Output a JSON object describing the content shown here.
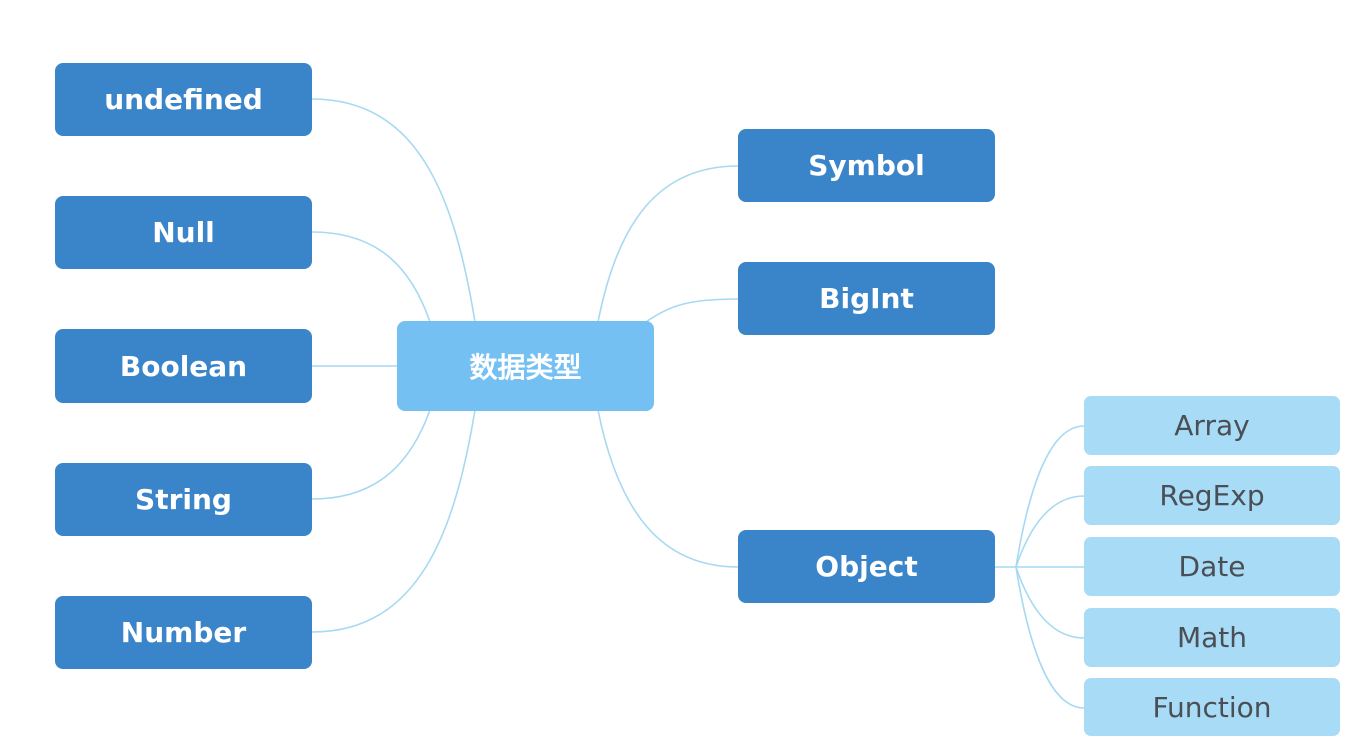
{
  "diagram": {
    "center": "数据类型",
    "left_types": [
      "undefined",
      "Null",
      "Boolean",
      "String",
      "Number"
    ],
    "right_types": [
      "Symbol",
      "BigInt",
      "Object"
    ],
    "object_subtypes": [
      "Array",
      "RegExp",
      "Date",
      "Math",
      "Function"
    ]
  },
  "colors": {
    "primary_node": "#3a85c9",
    "center_node": "#74c0f3",
    "secondary_node": "#a8dbf6",
    "connector": "#a6d9f2"
  }
}
